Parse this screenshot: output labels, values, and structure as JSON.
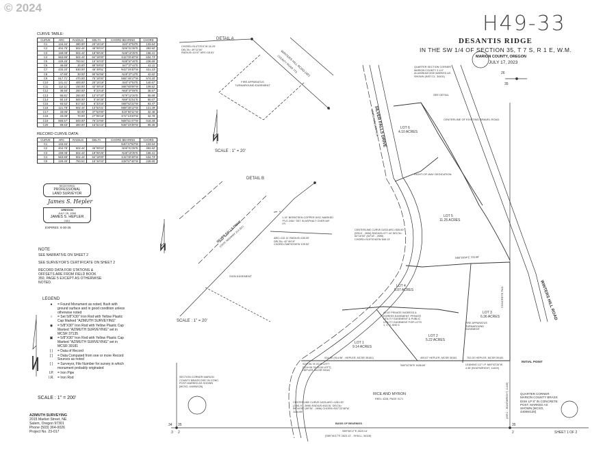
{
  "copyright": "© 2024",
  "handwritten_number": "H49-33",
  "title_block": {
    "title": "DESANTIS RIDGE",
    "subtitle": "IN THE SW 1/4 OF SECTION 35, T 7 S, R 1 E, W.M.",
    "county": "MARION COUNTY, OREGON",
    "date": "JULY 17, 2023"
  },
  "curve_table": {
    "title": "CURVE TABLE:",
    "headers": [
      "CURVE",
      "ARC",
      "RADIUS",
      "DELTA",
      "CHORD BEARING",
      "CHORD"
    ],
    "rows": [
      [
        "C1",
        "134.34'",
        "380.00'",
        "20°15'19\"",
        "S40°47'53\"E",
        "133.64'"
      ],
      [
        "C2",
        "404.76'",
        "502.44'",
        "46°09'24\"",
        "N06°01'35\"E",
        "393.92'"
      ],
      [
        "C3",
        "159.08'",
        "502.44'",
        "18°08'26\"",
        "N38°10'35\"E",
        "158.41'"
      ],
      [
        "C4",
        "563.86'",
        "502.44'",
        "64°18'00\"",
        "S15°00'48\"W",
        "534.73'"
      ],
      [
        "C5",
        "229.45'",
        "783.51'",
        "16°34'03\"",
        "N38°57'46\"E",
        "228.65'"
      ],
      [
        "C6",
        "46.68'",
        "30.00'",
        "89°09'03\"",
        "S47°27'44\"E",
        "42.11'"
      ],
      [
        "C7",
        "433.20'",
        "530.00'",
        "46°49'51\"",
        "N43°19'40\"W",
        "421.23'"
      ],
      [
        "C8",
        "47.60'",
        "30.00'",
        "90°54'56\"",
        "N28°27'13\"E",
        "42.62'"
      ],
      [
        "C9",
        "617.71'",
        "470.00'",
        "75°18'00\"",
        "N66°49'17\"W",
        "574.20'"
      ],
      [
        "C10",
        "141.41'",
        "400.00'",
        "20°15'19\"",
        "S40°47'53\"E",
        "140.67'"
      ],
      [
        "C11",
        "112.11'",
        "150.00'",
        "42°49'19\"",
        "S86°50'08\"W",
        "109.52'"
      ],
      [
        "C12",
        "36.60'",
        "250.00'",
        "8°23'18\"",
        "N68°37'08\"E",
        "36.57'"
      ],
      [
        "C13",
        "55.81'",
        "250.00'",
        "12°47'20\"",
        "N79°12'26\"E",
        "55.68'"
      ],
      [
        "C14",
        "50.10'",
        "500.00'",
        "5°44'26\"",
        "N88°31'51\"E",
        "50.07'"
      ],
      [
        "C15",
        "93.52'",
        "817.53'",
        "6°33'16\"",
        "S88°52'22\"W",
        "93.47'"
      ],
      [
        "C16",
        "121.79'",
        "502.44'",
        "13°53'21\"",
        "N88°30'12\"W",
        "121.49'"
      ],
      [
        "C17",
        "33.06'",
        "50.00'",
        "37°53'00\"",
        "S19°50'11\"W",
        "32.46'"
      ],
      [
        "C18",
        "33.09'",
        "70.00'",
        "27°05'18\"",
        "S72°13'20\"W",
        "32.78'"
      ],
      [
        "C19",
        "666.57'",
        "500.00'",
        "76°22'56\"",
        "N68°51'47\"W",
        "618.28'"
      ],
      [
        "C20",
        "99.63'",
        "360.00'",
        "15°51'22\"",
        "N38°10'35\"W",
        "99.35'"
      ]
    ]
  },
  "record_curve_table": {
    "title": "RECORD CURVE DATA:",
    "headers": [
      "CURVE",
      "ARC",
      "RADIUS",
      "DELTA",
      "CHORD BEARING",
      "CHORD"
    ],
    "rows": [
      [
        "C1",
        "134.34'",
        "",
        "",
        "N40°47'53\"W",
        "133.64'"
      ],
      [
        "C2",
        "404.78'",
        "502.44'",
        "46°09'24\"",
        "N06°01'35\"E",
        "393.92'"
      ],
      [
        "C3",
        "159.08'",
        "502.44'",
        "18°08'26\"",
        "N38°10'35\"E",
        "158.41'"
      ],
      [
        "C4",
        "563.86'",
        "502.44'",
        "64°18'00\"",
        "S15°00'48\"W",
        "534.73'"
      ],
      [
        "C5",
        "229.45'",
        "783.51'",
        "16°34'03\"",
        "S38°57'46\"W",
        "228.65'"
      ]
    ]
  },
  "stamp": {
    "line1": "REGISTERED",
    "line2": "PROFESSIONAL",
    "line3": "LAND SURVEYOR",
    "signature": "James S. Hepler",
    "state": "OREGON",
    "reg_date": "JULY 25, 1990",
    "name": "JAMES S. HEPLER",
    "number": "2401",
    "expires": "EXPIRES: 6-30-25"
  },
  "notes": {
    "heading": "NOTE",
    "items": [
      "SEE NARRATIVE ON SHEET 2",
      "SEE SURVEYOR'S CERTIFICATE ON SHEET 2",
      "RECORD DATA FOR STATIONS & OFFSETS ARE FROM FIELD BOOK 350, PAGE 5 EXCEPT AS OTHERWISE NOTED."
    ]
  },
  "legend": {
    "heading": "LEGEND",
    "items": [
      {
        "symbol": "●",
        "text": "= Found Monument as noted, flush with ground surface and in good condition unless otherwise noted"
      },
      {
        "symbol": "○",
        "text": "= Set 5/8\"X30\" Iron Rod with Yellow Plastic Cap Marked \"AZIMUTH SURVEYING\""
      },
      {
        "symbol": "◉",
        "text": "= 5/8\"X30\" Iron Rod with Yellow Plastic Cap Marked \"AZIMUTH SURVEYING\" set in MCSR 37135"
      },
      {
        "symbol": "▣",
        "text": "= 5/8\"X30\" Iron Rod with Yellow Plastic Cap Marked \"AZIMUTH SURVEYING\" set in MCSR 39181"
      },
      {
        "symbol": "(  )",
        "text": "= Data of Record"
      },
      {
        "symbol": "[  ]",
        "text": "= Data Computed from one or more Record Sources as noted"
      },
      {
        "symbol": "{  }",
        "text": "= Surveyor, File Number for survey in which monument probably originated"
      },
      {
        "symbol": "I.P.",
        "text": "= Iron Pipe"
      },
      {
        "symbol": "I.R.",
        "text": "= Iron Rod"
      }
    ],
    "scale": "SCALE : 1\" = 200'"
  },
  "company": {
    "name": "AZIMUTH SURVEYING",
    "street": "2015 Market Street, NE",
    "city": "Salem, Oregon 97301",
    "phone": "Phone (503) 364-0026",
    "project": "Project  No. 23-017"
  },
  "details": {
    "a_label": "DETAIL A",
    "a_scale": "SCALE : 1\" = 20'",
    "a_easement": "FIRE APPARATUS TURNAROUND EASEMENT",
    "a_road": "WINTERS HILL ROAD (40')",
    "a_road2": "COUNTY ROAD 773",
    "a_curve": "CHORD=S14°23'01\"W 16.29'  DELTA= 49°11'56\"  RADIUS=19.57'  ARC=16.81'",
    "b_label": "DETAIL B",
    "b_scale": "SCALE : 1\" = 20'",
    "b_road": "SILVER FALLS DRIVE",
    "b_road2": "STATE HIGHWAY 214 (50')",
    "b_disc": "1.15\" BERNTSEN COPPER DISC MARKED \"PLS 2451\" SET IN ASPHALT OVER 5/8\" I.R.",
    "b_curve": "ARC=112.11'  RADIUS=150.00'  DELTA= 42°49'19\"  CHORD=S86°50'08\"W 109.52'",
    "b_sign": "SIGN EASEMENT"
  },
  "plat": {
    "road_silver": "SILVER FALLS DRIVE",
    "road_silver2": "STATE HIGHWAY 214",
    "road_winters": "WINTERS HILL ROAD",
    "road_winters2": "COUNTY ROAD 773",
    "see_detail": "SEE DETAIL",
    "gravel_road": "CENTERLINE OF EXISTING GRAVEL ROAD",
    "row_dedication": "RIGHT-OF-WAY DEDICATION",
    "qsc": "QUARTER SECTION CORNER MARION COUNTY 3 1/4\" ALUMINUM DISK MARKED AS SHOWN (INST.CL. 34431)",
    "lots": [
      {
        "name": "LOT 6",
        "area": "4.10 ACRES"
      },
      {
        "name": "LOT 5",
        "area": "11.25 ACRES"
      },
      {
        "name": "LOT 4",
        "area": "5.07 ACRES"
      },
      {
        "name": "LOT 3",
        "area": "6.36 ACRES"
      },
      {
        "name": "LOT 2",
        "area": "5.22 ACRES"
      },
      {
        "name": "LOT 1",
        "area": "9.14 ACRES"
      }
    ],
    "centerline_curve_top": "CENTERLINE CURVE DATA  ARC=535.60' (535.6' - 2696)  RADIUS=477.44'  DELTA= 64°16'00\" (64°16' - 2696)  CHORD=S15°00'48\"W 508.13'",
    "bearing_north": "N88°29'34\"E 703.99'",
    "easement_note": "40.00' PRIVATE INGRESS & EGRESS EASEMENT, PRIVATE UTILITY EASEMENT & PUBLIC UTILITY EASEMENT FOR LOTS 1, 2, 3, AND 4",
    "fire_easement": "FIRE APPARATUS TURNAROUND EASEMENT",
    "concrete_pad": "CONCRETE PAD",
    "initial_point": "INITIAL POINT",
    "south_line": "914.98' (914.98' - HEPLER, MCSR 39181)",
    "south_line2": "409.67' HEPLER, MCSR 39181",
    "south_line3": "702.00' HEPLER, MCSR 39181",
    "south_bearing": "S89°42'38\"E 1636.60'",
    "leaning_ip": "LEANING 1/2\" I.P. N89°42'34\"W 4.35' [BOATWRIGHT, 11449]",
    "sta": "S24+06.78 25.00 LEFT [S24+06.78 25.00 LEFT] HEPLER, MCSR 39181",
    "rice": "RICE AND MYRON",
    "rice_reel": "REEL 4228, PAGE 0171",
    "centerline_curve_bottom": "CENTERLINE CURVE DATA  ARC=1281.90' (1281.9' - 2696)  RADIUS=818.51'  DELTA= 89°44'00\" (89°44' - 2696)  CHORD=S02°22'48\"W 1154.85'",
    "section_corner_w": "SECTION CORNER MARION COUNTY BRASS DISC IN CONC. POST MARKED AS SHOWN [MCSO, 4409W126]",
    "section_corner_e": "QUARTER CORNER MARION COUNTY BRASS DISK LP 8\" IN CONCRETE POST, MARKED AS SHOWN [MCSO, 4409W128]",
    "basis_label": "BASIS OF BEARINGS",
    "basis": "S89°46'17\"E 2623.14'",
    "basis_record": "(S89°46'17\"E 2623.12' - SHULL, 34118)",
    "sec_nums": [
      "34",
      "35",
      "3",
      "2",
      "26",
      "35",
      "35",
      "2"
    ],
    "east_line": "(495.1' - BOATWRIGHT, 11449)",
    "sheet": "SHEET 1 OF 2"
  }
}
